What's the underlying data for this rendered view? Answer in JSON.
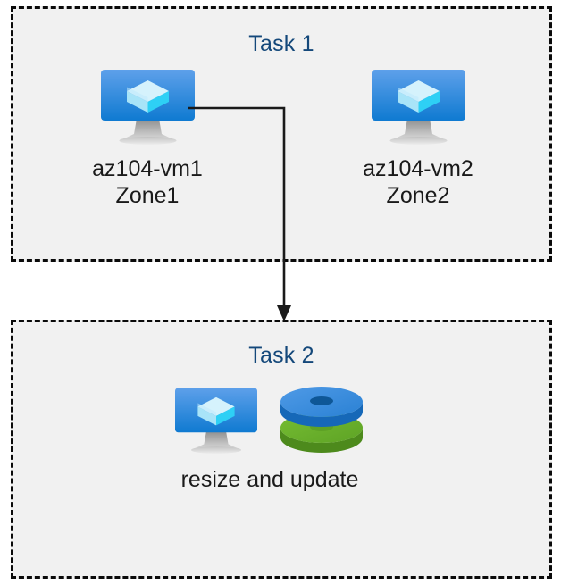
{
  "diagram": {
    "title_color": "#14487a",
    "box_fill": "#f1f1f1",
    "box_border_color": "#0a0a0a",
    "caption_color": "#1a1a1a",
    "connector_color": "#1a1a1a",
    "groups": [
      {
        "id": "task1",
        "title": "Task 1",
        "nodes": [
          {
            "id": "vm1",
            "icon": "virtual-machine-icon",
            "caption": "az104-vm1\nZone1"
          },
          {
            "id": "vm2",
            "icon": "virtual-machine-icon",
            "caption": "az104-vm2\nZone2"
          }
        ]
      },
      {
        "id": "task2",
        "title": "Task 2",
        "nodes": [
          {
            "id": "vm-disk",
            "icon": "virtual-machine-icon,disk-icon",
            "caption": "resize and update"
          }
        ]
      }
    ],
    "connector": {
      "from": "vm1",
      "to": "task2",
      "style": "elbow-arrow",
      "arrow_direction": "down"
    },
    "icon_colors": {
      "vm_screen_top": "#5ea0ea",
      "vm_screen_bottom": "#0f7ad1",
      "vm_stand_top": "#8f8f8f",
      "vm_stand_bottom": "#d8d8d8",
      "cube_light": "#c9eefb",
      "cube_mid": "#8fdcf6",
      "cube_bright": "#2ed0f5",
      "disk_blue_top": "#3b8fe0",
      "disk_blue_side": "#1c76c8",
      "disk_blue_hole": "#0f5fa8",
      "disk_green_top": "#6cb42d",
      "disk_green_side": "#55901f",
      "disk_green_hole": "#5da125"
    }
  }
}
